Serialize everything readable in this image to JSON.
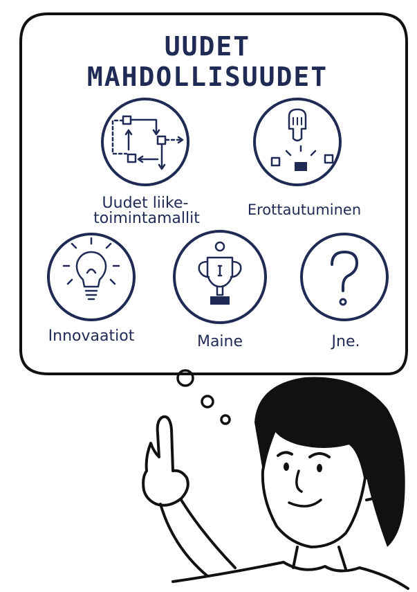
{
  "title": {
    "line1": "UUDET",
    "line2": "MAHDOLLISUUDET"
  },
  "items": [
    {
      "icon": "flow-diagram-icon",
      "label_lines": [
        "Uudet liike-",
        "toimintamallit"
      ]
    },
    {
      "icon": "pointing-hand-selection-icon",
      "label_lines": [
        "Erottautuminen"
      ]
    },
    {
      "icon": "lightbulb-icon",
      "label_lines": [
        "Innovaatiot"
      ]
    },
    {
      "icon": "trophy-icon",
      "label_lines": [
        "Maine"
      ]
    },
    {
      "icon": "question-mark-icon",
      "label_lines": [
        "Jne."
      ]
    }
  ],
  "colors": {
    "ink": "#1f2a55",
    "outline": "#111111",
    "hair": "#111111",
    "background": "#ffffff"
  }
}
